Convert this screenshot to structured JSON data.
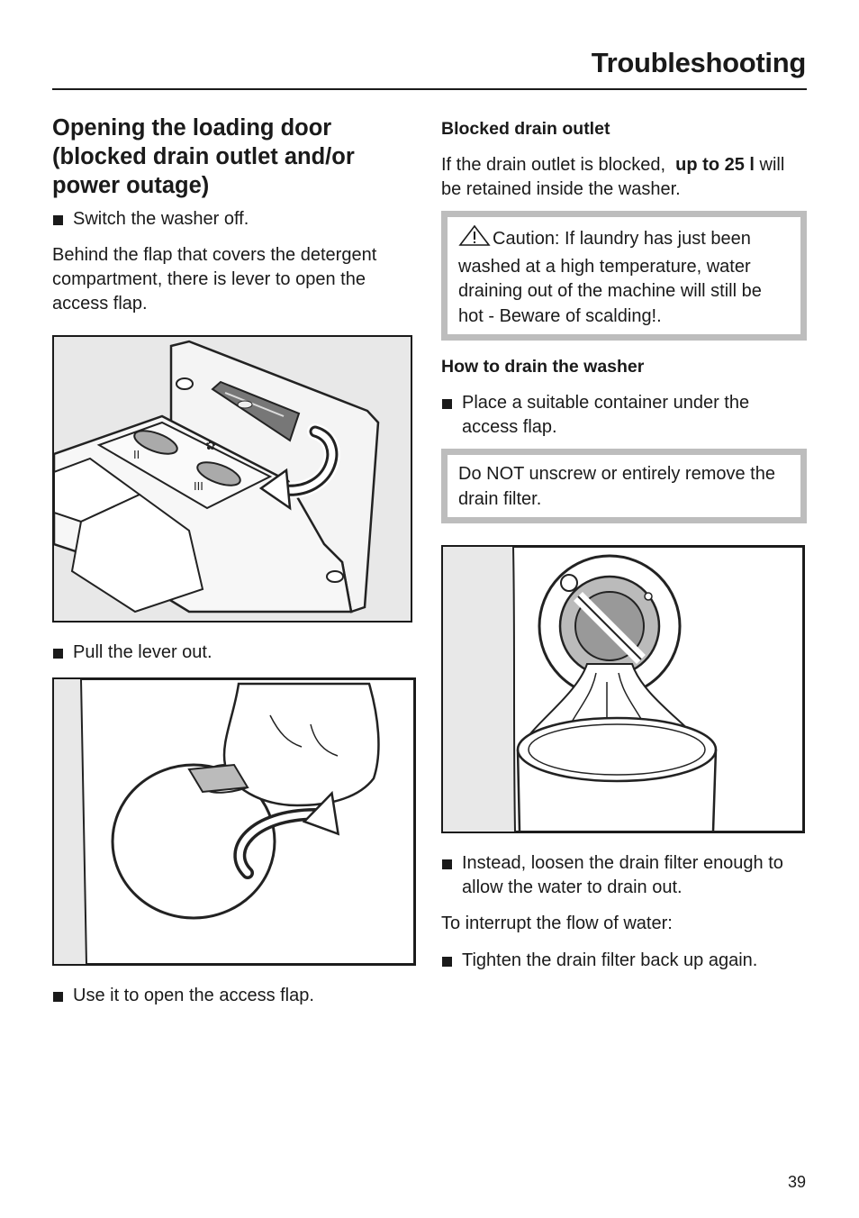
{
  "header": {
    "title": "Troubleshooting"
  },
  "left": {
    "title": "Opening the loading door (blocked drain outlet and/or power outage)",
    "bullet1": "Switch the washer off.",
    "para1": "Behind the flap that covers the detergent compartment, there is lever to open the access flap.",
    "bullet2": "Pull the lever out.",
    "bullet3": "Use it to open the access flap."
  },
  "right": {
    "subhead1": "Blocked drain outlet",
    "para1_pre": "If the drain outlet is blocked,",
    "para1_bold": "up to 25 l",
    "para1_post": "will be retained inside the washer.",
    "caution": "Caution: If laundry has just been washed at a high temperature, water draining out of the machine will still be hot - Beware of scalding!.",
    "subhead2": "How to drain the washer",
    "bullet1": "Place a suitable container under the access flap.",
    "notice": "Do NOT unscrew or entirely remove the drain filter.",
    "bullet2": "Instead, loosen the drain filter enough to allow the water to drain out.",
    "para2": "To interrupt the flow of water:",
    "bullet3": "Tighten the drain filter back up again."
  },
  "page_number": "39",
  "icons": [
    "warning-triangle-icon",
    "curved-arrow-icon",
    "bullet-square-icon"
  ],
  "colors": {
    "text": "#1a1a1a",
    "notice_border": "#bdbdbd"
  }
}
